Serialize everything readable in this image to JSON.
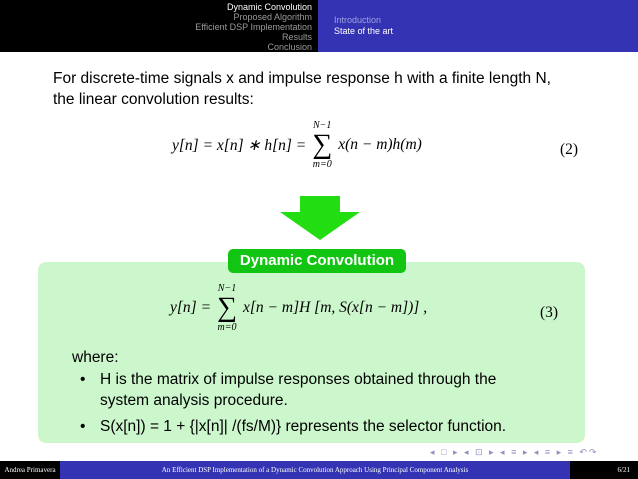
{
  "header": {
    "sections": [
      "Dynamic Convolution",
      "Proposed Algorithm",
      "Efficient DSP Implementation",
      "Results",
      "Conclusion"
    ],
    "current_section": 0,
    "subsections": [
      "Introduction",
      "State of the art"
    ],
    "current_subsection": 1
  },
  "body": {
    "intro_line1": "For discrete-time signals x and impulse response h with a finite length N,",
    "intro_line2": "the linear convolution results:",
    "eq2": {
      "lhs": "y[n] = x[n] ∗ h[n] =",
      "upper": "N−1",
      "lower": "m=0",
      "rhs": "x(n − m)h(m)",
      "number": "(2)"
    },
    "block_title": "Dynamic Convolution",
    "eq3": {
      "lhs": "y[n] =",
      "upper": "N−1",
      "lower": "m=0",
      "rhs": "x[n − m]H [m, S(x[n − m])] ,",
      "number": "(3)"
    },
    "where": "where:",
    "bullets": [
      "H is the matrix of impulse responses obtained through the",
      "system analysis procedure.",
      "S(x[n]) = 1 + {|x[n]| /(fs/M)} represents the selector function."
    ]
  },
  "nav_symbols": "◂ □ ▸ ◂ ⊡ ▸ ◂ ≡ ▸ ◂ ≡ ▸ ≡ ↶↷",
  "footer": {
    "author": "Andrea Primavera",
    "title": "An Efficient DSP Implementation of a Dynamic Convolution Approach Using Principal Component Analysis",
    "page": "6/21"
  },
  "colors": {
    "header_blue": "#3333b3",
    "block_green": "#13c513",
    "block_bg": "#ccf7cc"
  }
}
